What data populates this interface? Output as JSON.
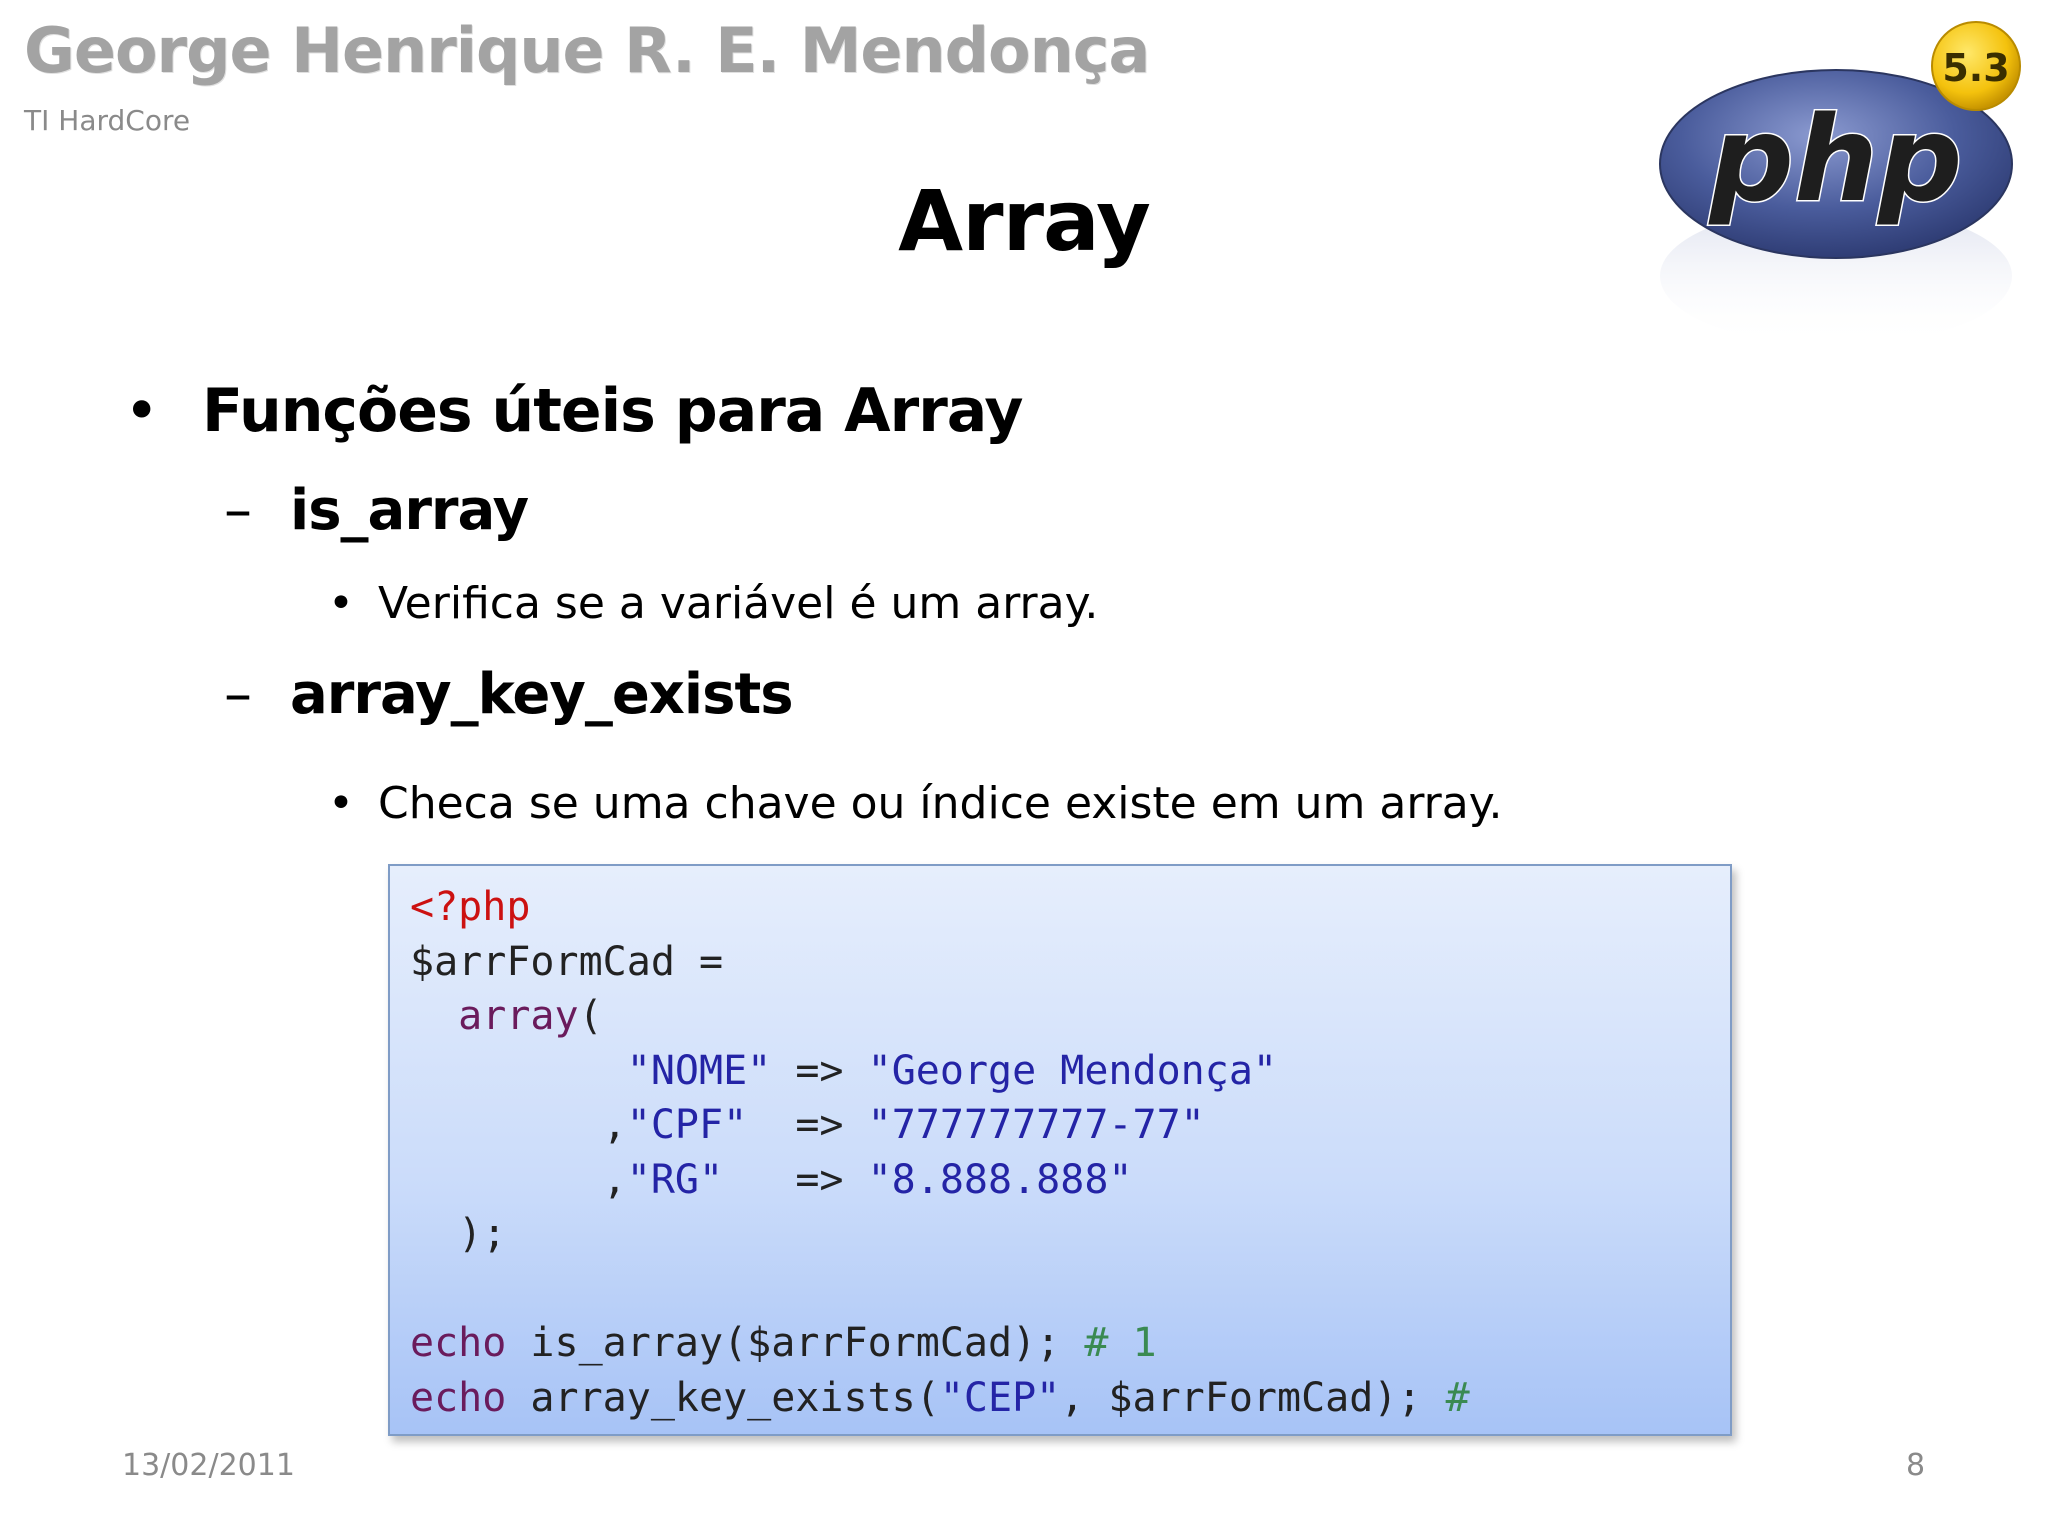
{
  "header": {
    "author": "George Henrique R. E. Mendonça",
    "subtitle": "TI HardCore"
  },
  "logo": {
    "text": "php",
    "version": "5.3",
    "colors": {
      "oval": "#4a5c9c",
      "badge": "#f4c20d"
    }
  },
  "slide": {
    "title": "Array",
    "bullets": {
      "main": "Funções úteis para Array",
      "items": [
        {
          "name": "is_array",
          "description": "Verifica se a variável é um array."
        },
        {
          "name": "array_key_exists",
          "description": "Checa se uma chave ou índice existe em um array."
        }
      ]
    },
    "code": {
      "open_tag": "<?php",
      "var_line": "$arrFormCad =",
      "array_kw": "array",
      "paren_open": "(",
      "entries": [
        {
          "prefix": "",
          "key": "\"NOME\"",
          "arrow": "=>",
          "value": "\"George Mendonça\""
        },
        {
          "prefix": ",",
          "key": "\"CPF\"",
          "arrow": "=>",
          "value": "\"777777777-77\""
        },
        {
          "prefix": ",",
          "key": "\"RG\"",
          "arrow": "=>",
          "value": "\"8.888.888\""
        }
      ],
      "close": ");",
      "echo_kw": "echo",
      "line1_call": "is_array($arrFormCad);",
      "line1_comment": "# 1",
      "line2_call_start": "array_key_exists(",
      "line2_string": "\"CEP\"",
      "line2_call_end": ", $arrFormCad);",
      "line2_comment": "#"
    }
  },
  "footer": {
    "date": "13/02/2011",
    "page": "8"
  }
}
